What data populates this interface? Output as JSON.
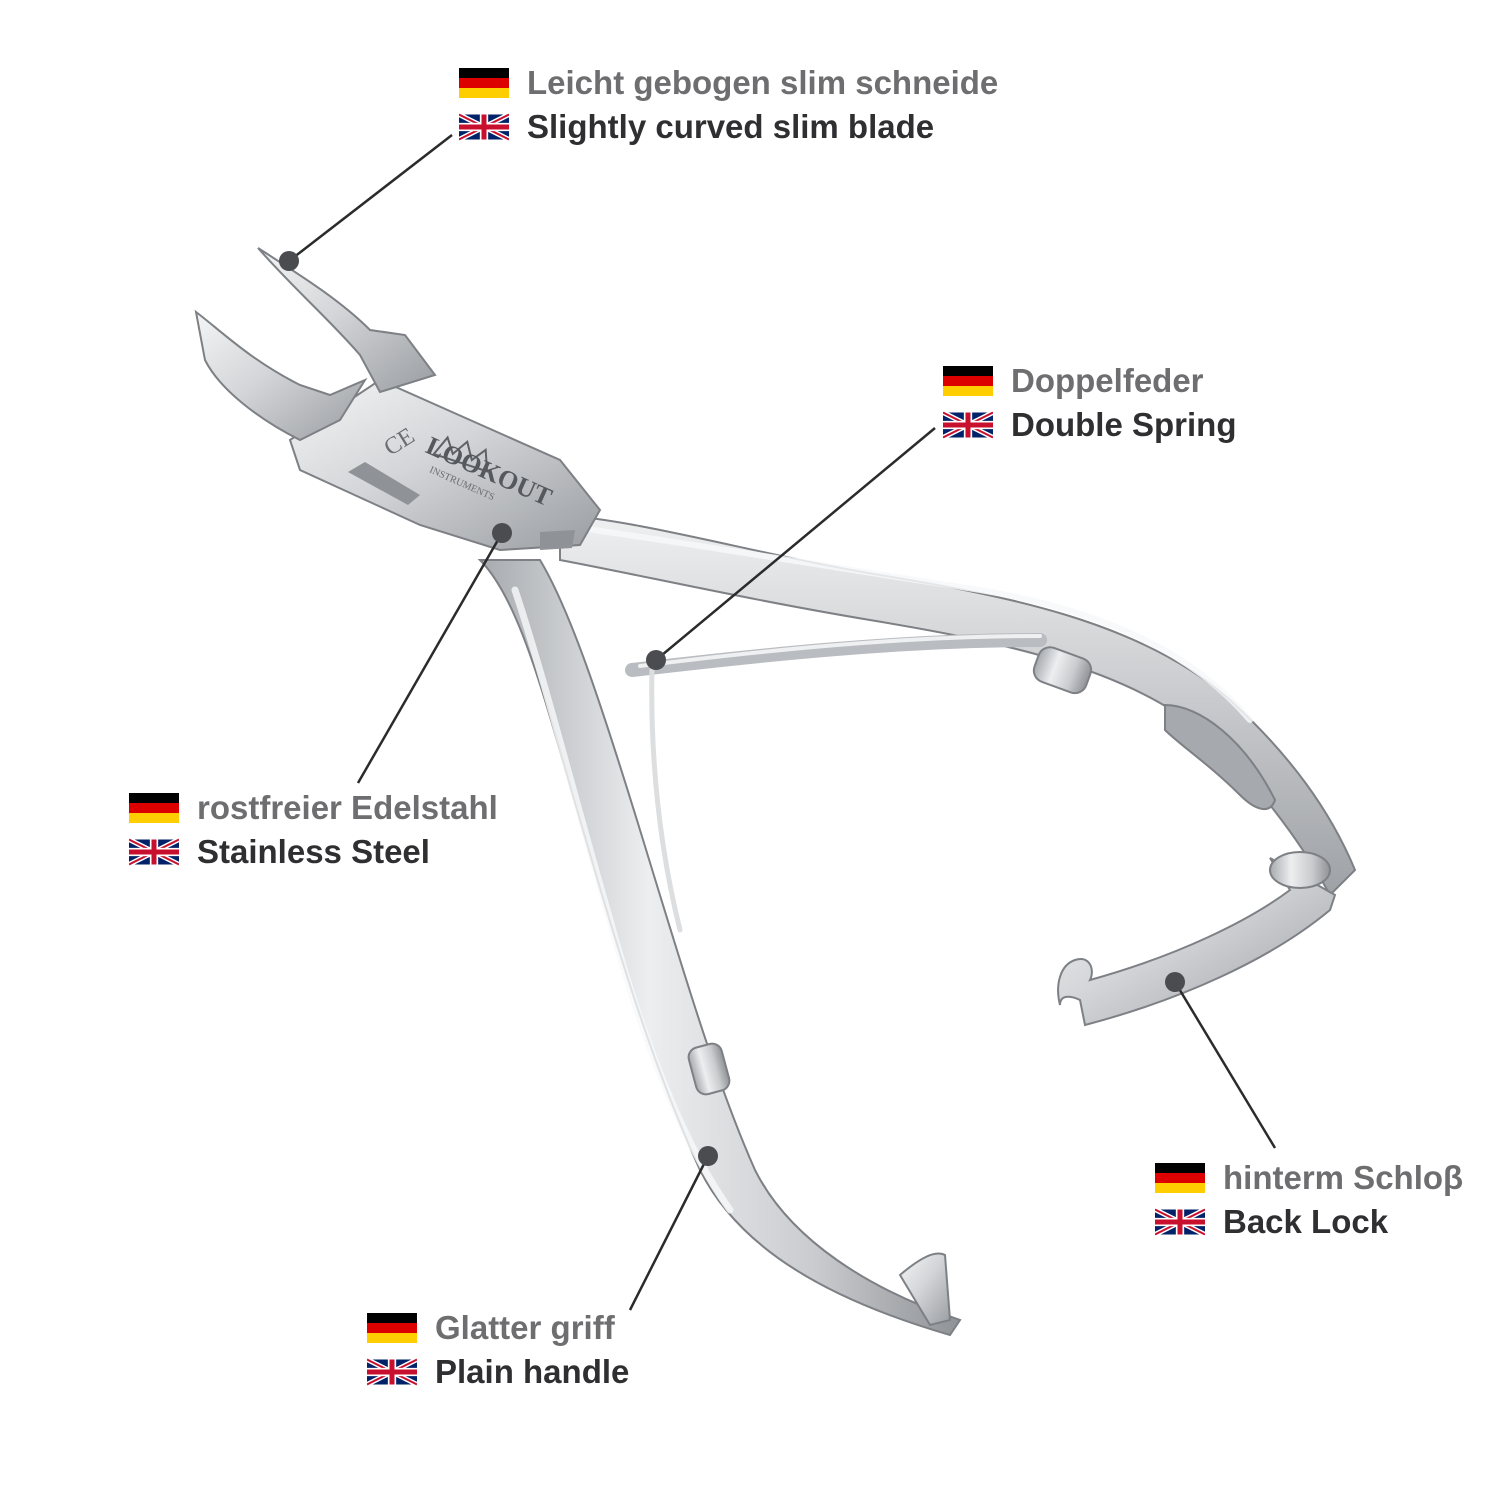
{
  "product": {
    "ce_mark": "CE",
    "brand_logo_text": "LOOKOUT",
    "brand_logo_subtext": "INSTRUMENTS"
  },
  "colors": {
    "steel_light": "#e9eaec",
    "steel_mid": "#c4c6c9",
    "steel_dark": "#8f9296",
    "leader_line": "#2b2b2b",
    "marker_dot": "#4a4c50",
    "german_text": "#6e6e70",
    "english_text": "#2f2f31",
    "flag_de": [
      "#000000",
      "#dd0000",
      "#ffce00"
    ],
    "flag_uk": [
      "#012169",
      "#ffffff",
      "#c8102e"
    ]
  },
  "callouts": [
    {
      "id": "blade",
      "de": "Leicht gebogen slim schneide",
      "en": "Slightly curved slim blade"
    },
    {
      "id": "spring",
      "de": "Doppelfeder",
      "en": "Double Spring"
    },
    {
      "id": "steel",
      "de": "rostfreier Edelstahl",
      "en": "Stainless Steel"
    },
    {
      "id": "lock",
      "de": "hinterm Schloβ",
      "en": "Back Lock"
    },
    {
      "id": "handle",
      "de": "Glatter griff",
      "en": "Plain handle"
    }
  ]
}
